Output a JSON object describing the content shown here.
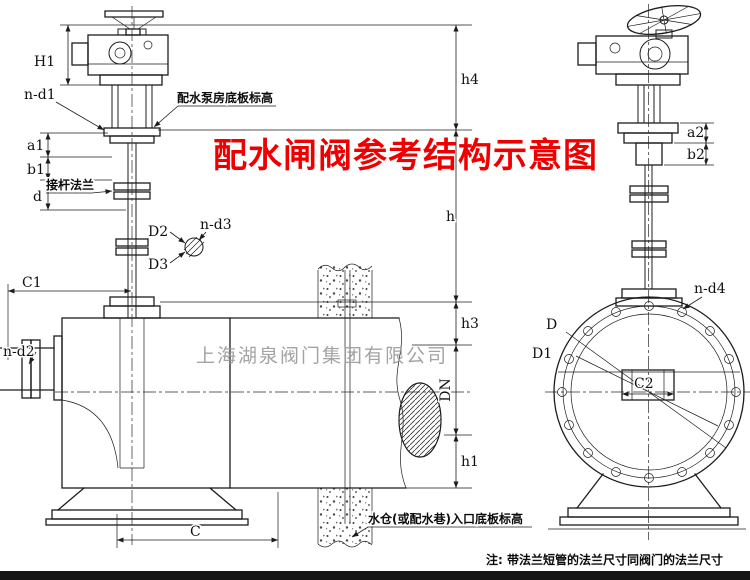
{
  "title": {
    "text": "配水闸阀参考结构示意图",
    "color": "#ee0000"
  },
  "watermark": {
    "text": "上海湖泉阀门集团有限公司",
    "color": "#9a9a9a"
  },
  "note": {
    "text": "注: 带法兰短管的法兰尺寸同阀门的法兰尺寸"
  },
  "annotations": {
    "pump_floor": "配水泵房底板标高",
    "stem_flange": "接杆法兰",
    "sump_floor": "水仓(或配水巷)入口底板标高"
  },
  "dims": {
    "H1": "H1",
    "n_d1": "n-d1",
    "a1": "a1",
    "b1": "b1",
    "d": "d",
    "D2": "D2",
    "D3": "D3",
    "n_d3": "n-d3",
    "C1": "C1",
    "n_d2": "n-d2",
    "C": "C",
    "h4": "h4",
    "h": "h",
    "h3": "h3",
    "DN": "DN",
    "h1": "h1",
    "a2": "a2",
    "b2": "b2",
    "n_d4": "n-d4",
    "D": "D",
    "D1": "D1",
    "C2": "C2"
  },
  "colors": {
    "ink": "#1c1c1c",
    "title_red": "#ee0000",
    "watermark_gray": "#9a9a9a"
  }
}
